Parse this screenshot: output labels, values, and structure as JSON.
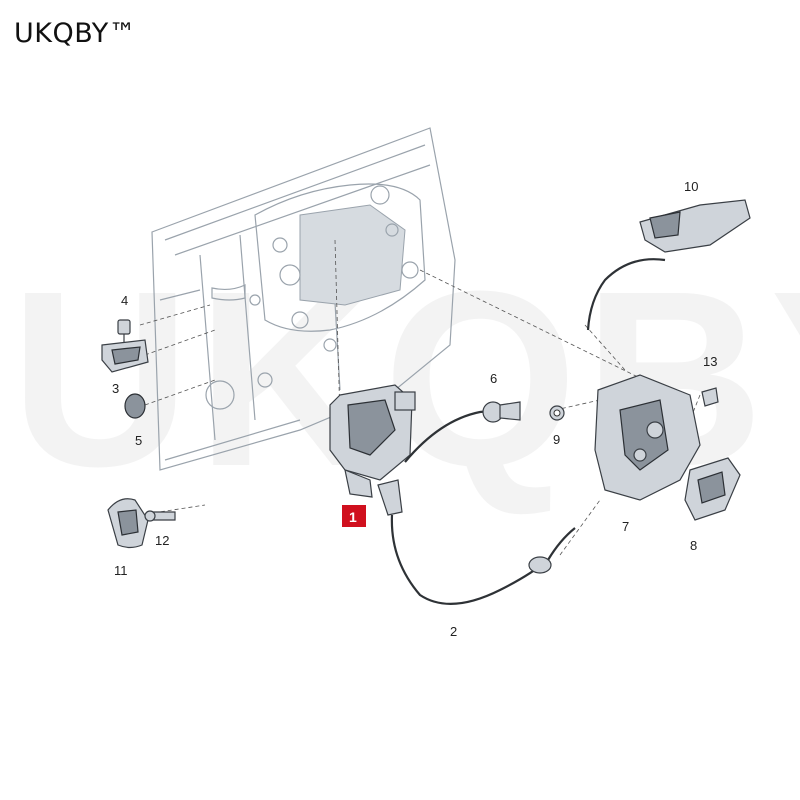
{
  "brand": {
    "label": "UKQBY™",
    "watermark": "UKQBY™"
  },
  "callouts": {
    "c1": "1",
    "c2": "2",
    "c3": "3",
    "c4": "4",
    "c5": "5",
    "c6": "6",
    "c7": "7",
    "c8": "8",
    "c9": "9",
    "c10": "10",
    "c11": "11",
    "c12": "12",
    "c13": "13"
  },
  "highlight_color": "#d0101e"
}
